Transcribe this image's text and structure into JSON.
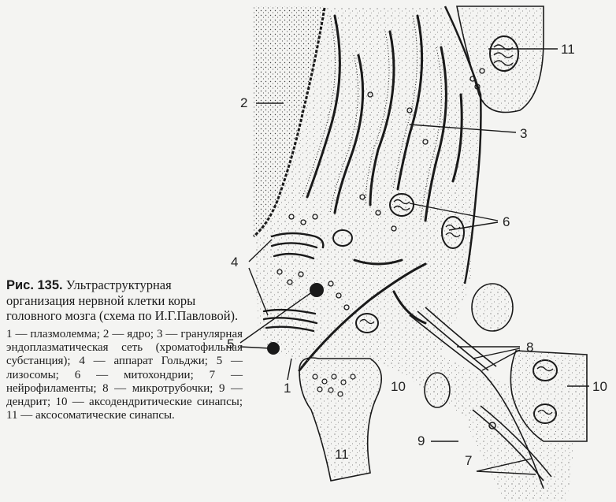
{
  "caption": {
    "label": "Рис. 135.",
    "title": "Ультраструктурная организация нервной клетки коры головного мозга (схема по И.Г.Павловой).",
    "legend": "1 — плазмолемма; 2 — ядро; 3 — гранулярная эндоплазматическая сеть (хроматофильная субстанция); 4 — аппарат Гольджи; 5 — лизосомы; 6 — митохондрии; 7 — нейрофиламенты; 8 — микротрубочки; 9 — дендрит; 10 — аксодендритические синапсы; 11 — аксосоматические синапсы."
  },
  "figure_labels": {
    "l1": "1",
    "l2": "2",
    "l3": "3",
    "l4": "4",
    "l5": "5",
    "l6": "6",
    "l7": "7",
    "l8": "8",
    "l9": "9",
    "l10a": "10",
    "l10b": "10",
    "l11a": "11",
    "l11b": "11"
  },
  "colors": {
    "ink": "#1a1a1a",
    "paper": "#f4f4f2"
  }
}
